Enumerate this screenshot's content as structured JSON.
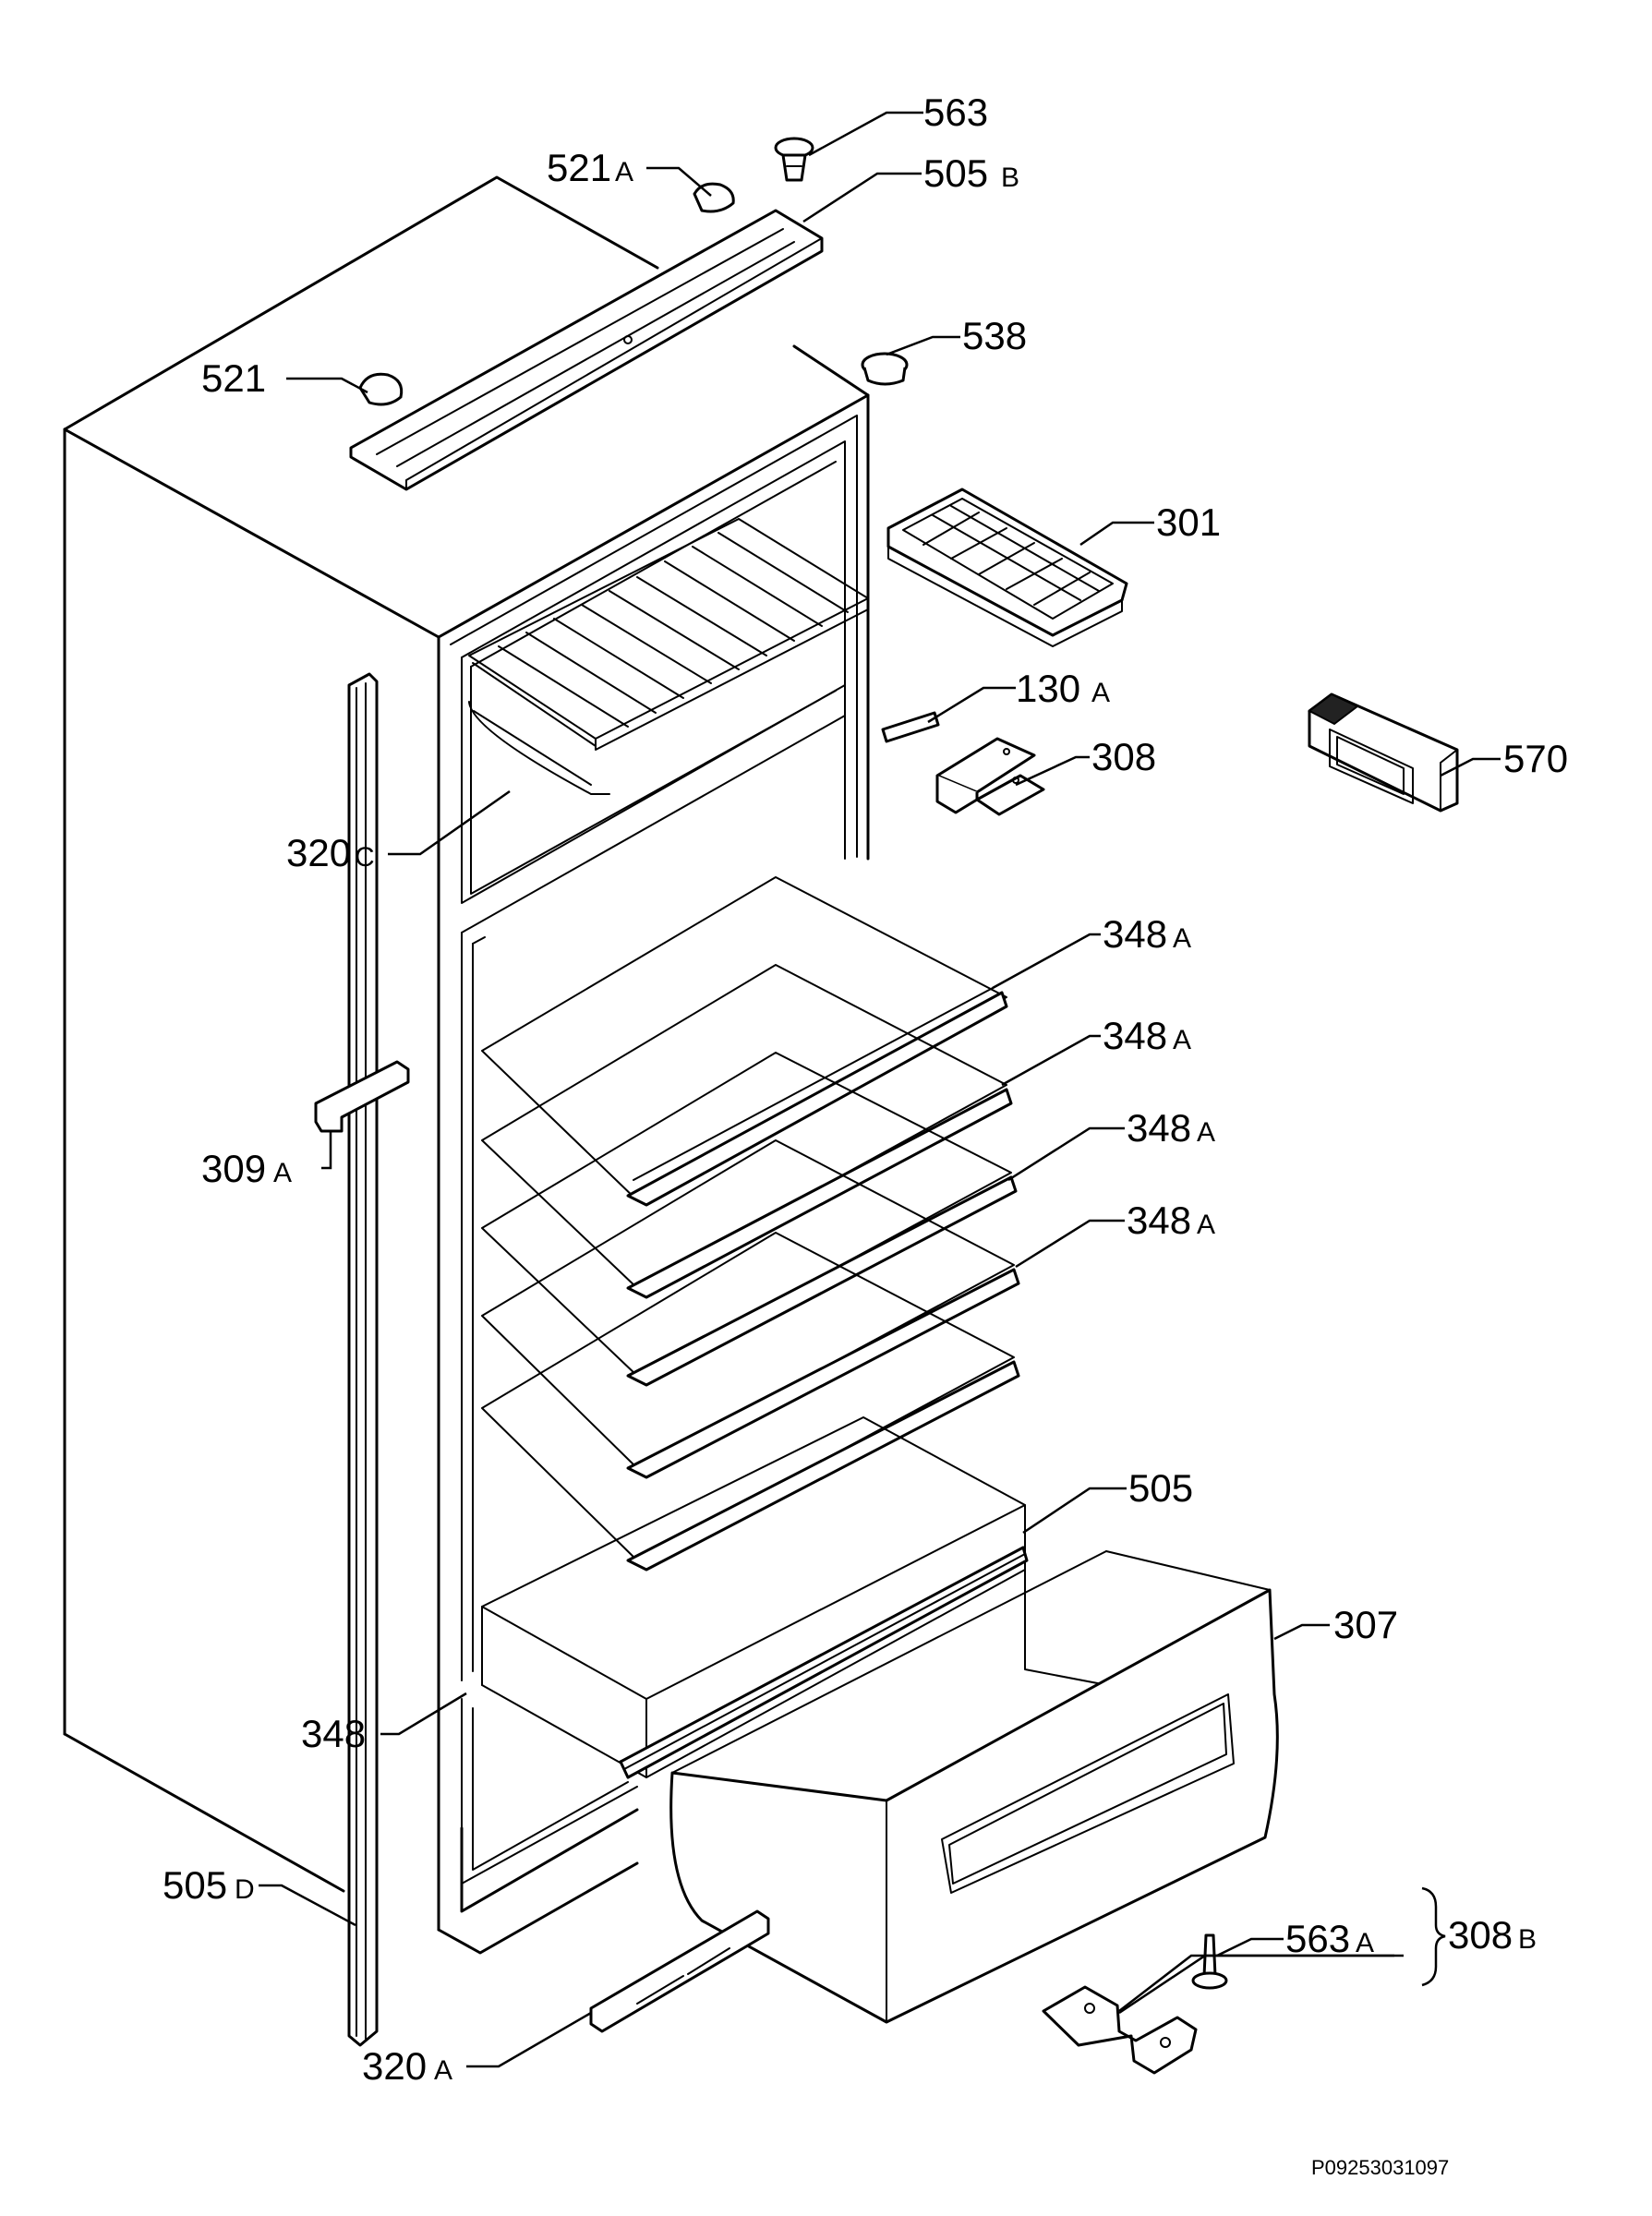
{
  "callouts": [
    {
      "id": "563",
      "num": "563",
      "suffix": ""
    },
    {
      "id": "521A",
      "num": "521",
      "suffix": "A"
    },
    {
      "id": "505B",
      "num": "505",
      "suffix": "B"
    },
    {
      "id": "538",
      "num": "538",
      "suffix": ""
    },
    {
      "id": "521",
      "num": "521",
      "suffix": ""
    },
    {
      "id": "301",
      "num": "301",
      "suffix": ""
    },
    {
      "id": "130A",
      "num": "130",
      "suffix": "A"
    },
    {
      "id": "570",
      "num": "570",
      "suffix": ""
    },
    {
      "id": "308",
      "num": "308",
      "suffix": ""
    },
    {
      "id": "320C",
      "num": "320",
      "suffix": "C"
    },
    {
      "id": "348A-1",
      "num": "348",
      "suffix": "A"
    },
    {
      "id": "348A-2",
      "num": "348",
      "suffix": "A"
    },
    {
      "id": "348A-3",
      "num": "348",
      "suffix": "A"
    },
    {
      "id": "348A-4",
      "num": "348",
      "suffix": "A"
    },
    {
      "id": "309A",
      "num": "309",
      "suffix": "A"
    },
    {
      "id": "505",
      "num": "505",
      "suffix": ""
    },
    {
      "id": "307",
      "num": "307",
      "suffix": ""
    },
    {
      "id": "348",
      "num": "348",
      "suffix": ""
    },
    {
      "id": "505D",
      "num": "505",
      "suffix": "D"
    },
    {
      "id": "563A",
      "num": "563",
      "suffix": "A"
    },
    {
      "id": "308B",
      "num": "308",
      "suffix": "B"
    },
    {
      "id": "320A",
      "num": "320",
      "suffix": "A"
    }
  ],
  "document_id": "P09253031097"
}
